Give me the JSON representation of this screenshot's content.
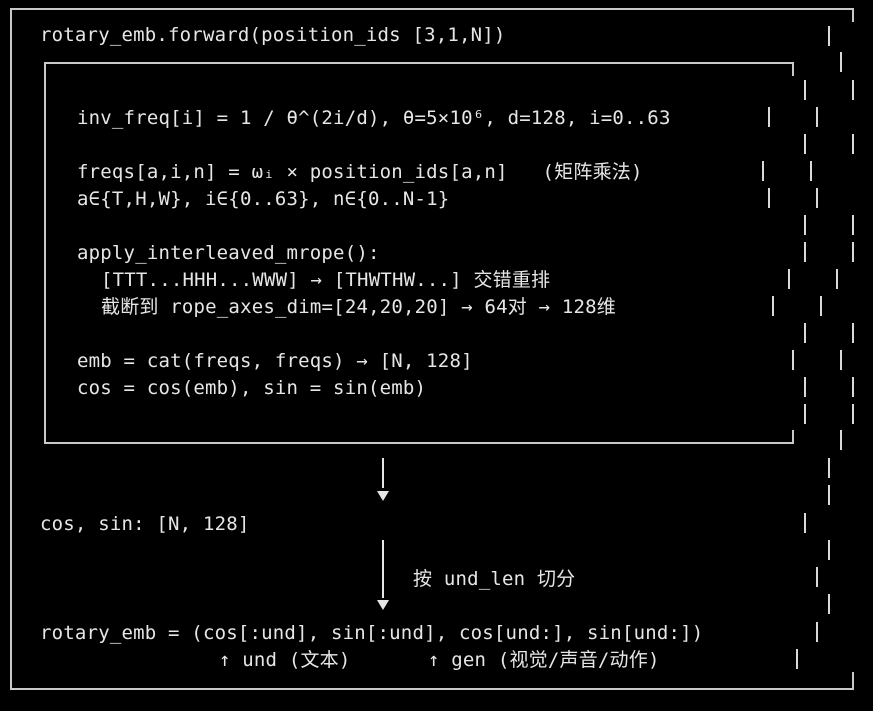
{
  "colors": {
    "background": "#000000",
    "text": "#e6e6e6",
    "border": "#c9c9c9"
  },
  "lines": {
    "header": "rotary_emb.forward(position_ids [3,1,N])",
    "inv_freq": "inv_freq[i] = 1 / θ^(2i/d), θ=5×10⁶, d=128, i=0..63",
    "freqs": "freqs[a,i,n] = ωᵢ × position_ids[a,n]   (矩阵乘法)",
    "domain": "a∈{T,H,W}, i∈{0..63}, n∈{0..N-1}",
    "apply": "apply_interleaved_mrope():",
    "reorder": "[TTT...HHH...WWW] → [THWTHW...] 交错重排",
    "truncate": "截断到 rope_axes_dim=[24,20,20] → 64对 → 128维",
    "emb": "emb = cat(freqs, freqs) → [N, 128]",
    "cos_sin_calc": "cos = cos(emb), sin = sin(emb)",
    "cos_sin_shape": "cos, sin: [N, 128]",
    "split_label": "按 und_len 切分",
    "result": "rotary_emb = (cos[:und], sin[:und], cos[und:], sin[und:])",
    "und_label": "↑ und (文本)",
    "gen_label": "↑ gen (视觉/声音/动作)"
  }
}
